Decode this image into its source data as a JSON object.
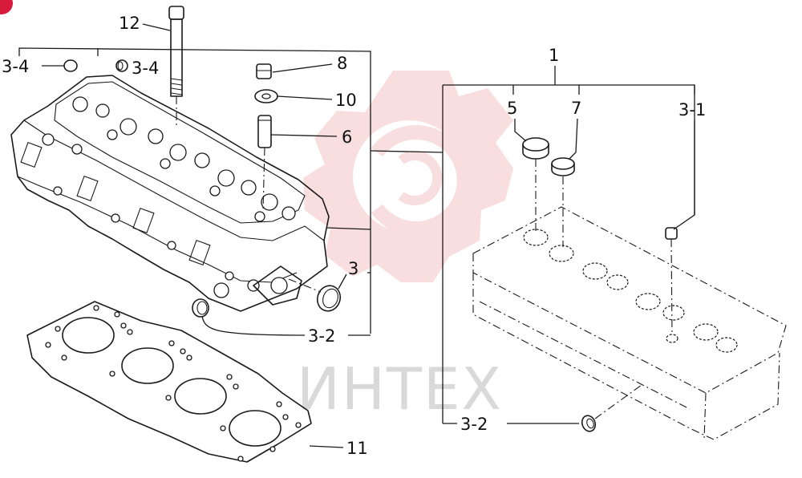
{
  "watermark": {
    "text": "ИНТЕХ",
    "color": "#f2b8b8",
    "text_color": "#d9d9d9"
  },
  "accent_color": "#d81b3b",
  "callouts": {
    "c12": "12",
    "c34a": "3-4",
    "c34b": "3-4",
    "c8": "8",
    "c10": "10",
    "c6": "6",
    "c3": "3",
    "c32a": "3-2",
    "c11": "11",
    "c1": "1",
    "c5": "5",
    "c7": "7",
    "c31": "3-1",
    "c32b": "3-2"
  }
}
